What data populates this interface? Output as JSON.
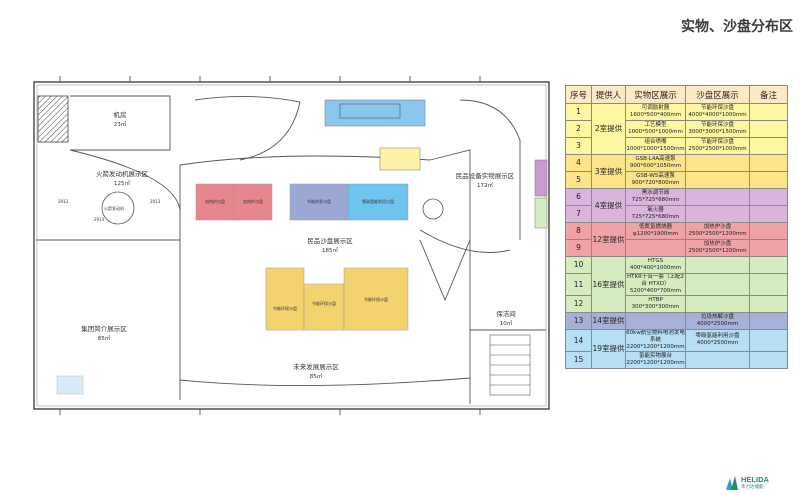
{
  "title": "实物、沙盘分布区",
  "plan": {
    "rooms": [
      {
        "key": "jifang",
        "name": "机房",
        "area": "23㎡"
      },
      {
        "key": "huojian",
        "name": "火箭发动机展示区",
        "area": "125㎡"
      },
      {
        "key": "jituan",
        "name": "集团简介展示区",
        "area": "85㎡"
      },
      {
        "key": "minpin_shapan",
        "name": "民品沙盘展示区",
        "area": "185㎡"
      },
      {
        "key": "minpin_shiwu",
        "name": "民品设备实物展示区",
        "area": "172㎡"
      },
      {
        "key": "weilai",
        "name": "未来发展展示区",
        "area": "85㎡"
      },
      {
        "key": "baojie",
        "name": "保洁间",
        "area": "10㎡"
      }
    ],
    "booths": [
      {
        "label": "加热炉沙盘",
        "color": "#e8868d"
      },
      {
        "label": "加热炉沙盘",
        "color": "#e8868d"
      },
      {
        "label": "节能热泵沙盘",
        "color": "#9aa8d3"
      },
      {
        "label": "零碳氢能利用沙盘",
        "color": "#6fc3ef"
      },
      {
        "label": "节能环保沙盘",
        "color": "#f3d36e"
      },
      {
        "label": "节能环保沙盘",
        "color": "#f3d36e"
      },
      {
        "label": "节能环保沙盘",
        "color": "#f3d36e"
      }
    ],
    "notes": [
      "2913",
      "2913",
      "火箭发动机",
      "2913"
    ]
  },
  "legend": {
    "headers": [
      "序号",
      "提供人",
      "实物区展示",
      "沙盘区展示",
      "备注"
    ],
    "groups": [
      {
        "provider": "2室提供",
        "color": "#fdf7a1",
        "rows": [
          {
            "num": "1",
            "shiwu": "可调励射器 1600*500*400mm",
            "shapan": "节能环保沙盘 4000*4000*1000mm"
          },
          {
            "num": "2",
            "shiwu": "工艺模型 1000*500*1000mm",
            "shapan": "节能环保沙盘 3000*3000*1500mm"
          },
          {
            "num": "3",
            "shiwu": "组合喷嘴 1000*1000*1500mm",
            "shapan": "节能环保沙盘 2500*2500*1000mm"
          }
        ]
      },
      {
        "provider": "3室提供",
        "color": "#fde389",
        "rows": [
          {
            "num": "4",
            "shiwu": "GSB-L4A高速泵 900*600*1050mm",
            "shapan": ""
          },
          {
            "num": "5",
            "shiwu": "GSB-W5高速泵 900*720*800mm",
            "shapan": ""
          }
        ]
      },
      {
        "provider": "4室提供",
        "color": "#d9b5dd",
        "rows": [
          {
            "num": "6",
            "shiwu": "黑水调节阀 725*725*680mm",
            "shapan": ""
          },
          {
            "num": "7",
            "shiwu": "氧火器 725*725*680mm",
            "shapan": ""
          }
        ]
      },
      {
        "provider": "12室提供",
        "color": "#f0a3a6",
        "rows": [
          {
            "num": "8",
            "shiwu": "低氮氢燃烧器 φ1200*1900mm",
            "shapan": "加热炉沙盘 2500*2500*1200mm"
          },
          {
            "num": "9",
            "shiwu": "",
            "shapan": "加热炉沙盘 2500*2500*1200mm"
          }
        ]
      },
      {
        "provider": "16室提供",
        "color": "#d4ecbe",
        "rows": [
          {
            "num": "10",
            "shiwu": "HTGS 400*400*1000mm",
            "shapan": ""
          },
          {
            "num": "11",
            "shiwu": "HTKR十合一套（上配2台 HTXD）5200*400*700mm",
            "shapan": ""
          },
          {
            "num": "12",
            "shiwu": "HTBP 300*300*300mm",
            "shapan": ""
          }
        ]
      },
      {
        "provider": "14室提供",
        "color": "#a7b0d6",
        "rows": [
          {
            "num": "13",
            "shiwu": "",
            "shapan": "垃圾热解沙盘 4000*2500mm"
          }
        ]
      },
      {
        "provider": "19室提供",
        "color": "#b6def4",
        "rows": [
          {
            "num": "14",
            "shiwu": "60kw航空燃料电池发电系统 2200*1200*1200mm",
            "shapan": "零碳氢能利用沙盘 4000*2500mm"
          },
          {
            "num": "15",
            "shiwu": "氢能实物展台 2200*1200*1200mm",
            "shapan": ""
          }
        ]
      }
    ]
  },
  "logo": {
    "name": "HELIDA",
    "sub": "禾力达储能"
  }
}
